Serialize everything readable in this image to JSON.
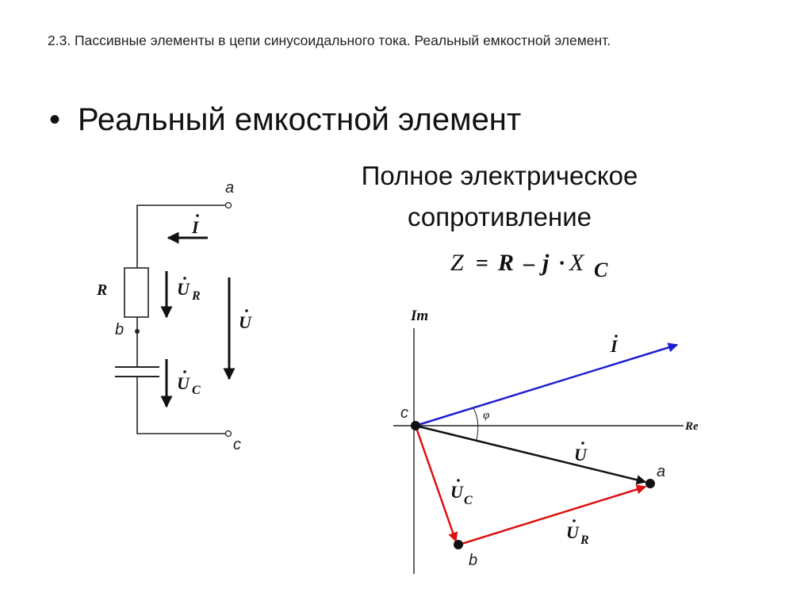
{
  "header": {
    "text": "2.3. Пассивные элементы в цепи синусоидального тока. Реальный емкостной элемент."
  },
  "bullet": {
    "marker": "•",
    "text": "Реальный емкостной элемент"
  },
  "impedance": {
    "title": "Полное электрическое сопротивление",
    "formula": {
      "lhs": "Z",
      "eq": "=",
      "r": "R",
      "minus": "–",
      "j": "j",
      "dot": "·",
      "x": "X",
      "sub": "C"
    }
  },
  "circuit": {
    "terminal_a": "a",
    "terminal_b": "b",
    "terminal_c": "c",
    "resistor_label": "R",
    "current_label": "I",
    "ur_label": "U",
    "ur_sub": "R",
    "uc_label": "U",
    "uc_sub": "C",
    "u_label": "U"
  },
  "phasor": {
    "axis_im": "Im",
    "axis_re": "Re",
    "point_c": "c",
    "point_a": "a",
    "point_b": "b",
    "phi": "φ",
    "current_label": "I",
    "u_label": "U",
    "uc_label": "U",
    "uc_sub": "C",
    "ur_label": "U",
    "ur_sub": "R",
    "colors": {
      "current": "#1f1fd0",
      "voltage": "#111111",
      "components": "#dd1111"
    }
  }
}
